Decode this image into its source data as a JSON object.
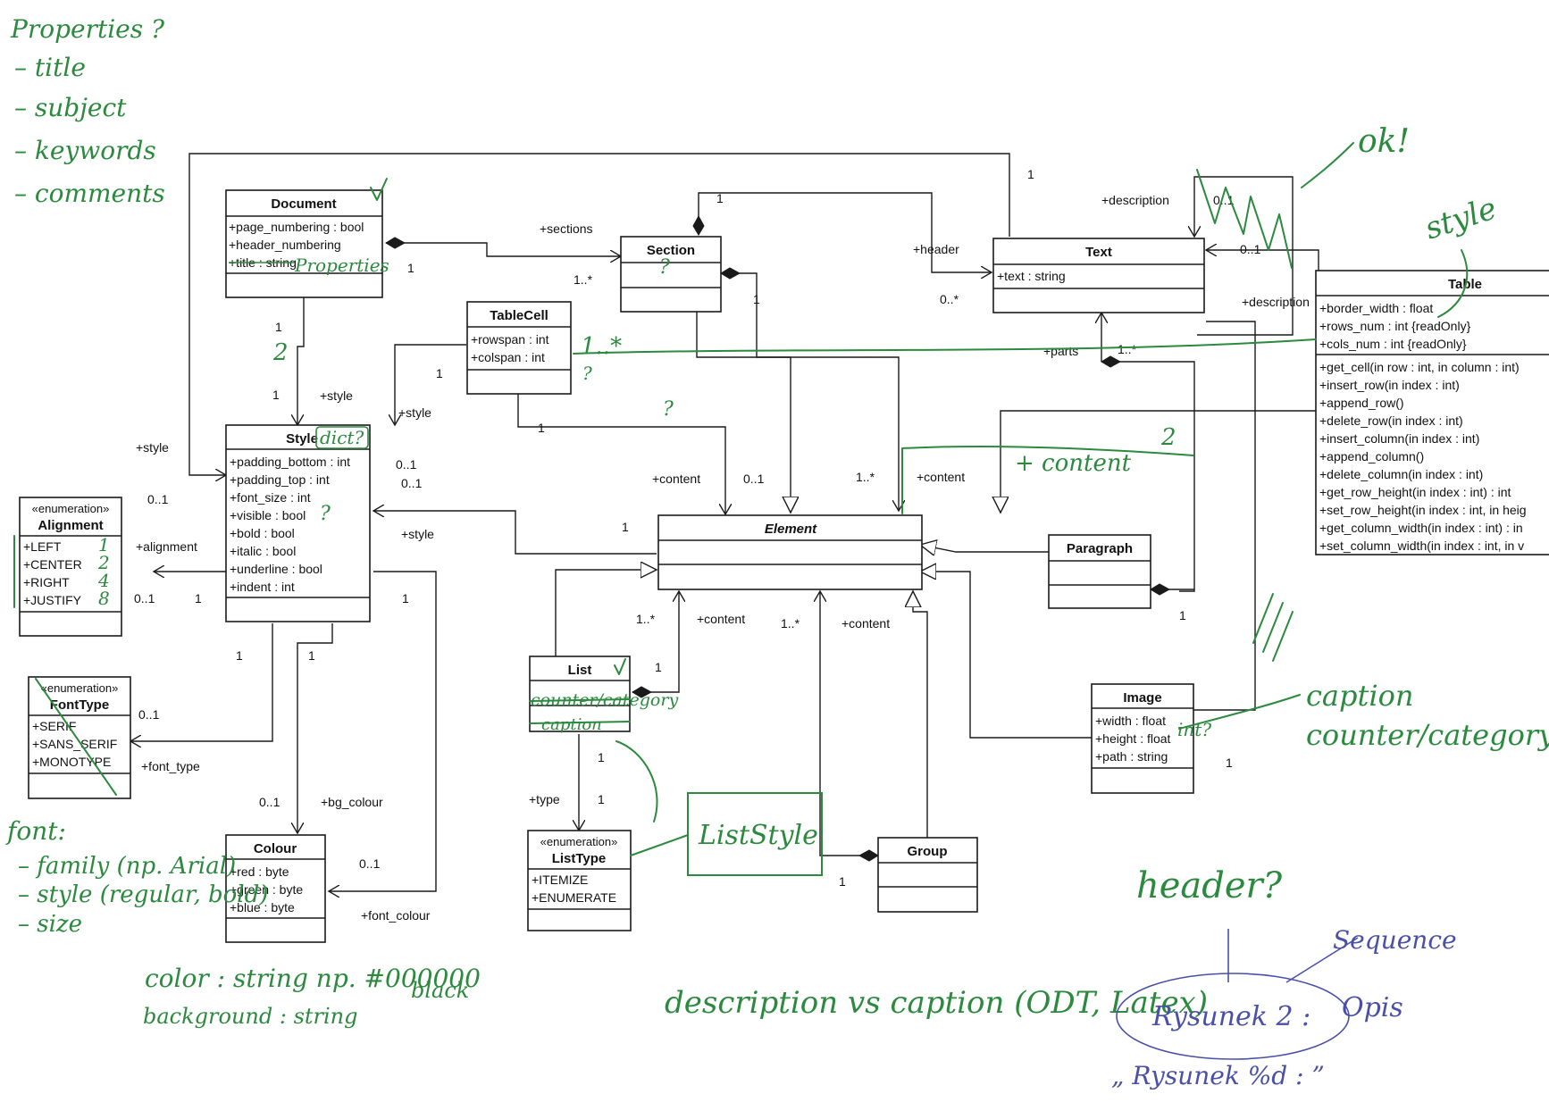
{
  "classes": {
    "document": {
      "name": "Document",
      "attrs": [
        "+page_numbering : bool",
        "+header_numbering",
        "+title : string"
      ]
    },
    "section": {
      "name": "Section"
    },
    "text": {
      "name": "Text",
      "attrs": [
        "+text : string"
      ]
    },
    "table": {
      "name": "Table",
      "attrs": [
        "+border_width : float",
        "+rows_num : int {readOnly}",
        "+cols_num : int {readOnly}"
      ],
      "ops": [
        "+get_cell(in row : int, in column : int)",
        "+insert_row(in index : int)",
        "+append_row()",
        "+delete_row(in index : int)",
        "+insert_column(in index : int)",
        "+append_column()",
        "+delete_column(in index : int)",
        "+get_row_height(in index : int) : int",
        "+set_row_height(in index : int, in heig",
        "+get_column_width(in index : int) : in",
        "+set_column_width(in index : int, in v"
      ]
    },
    "tablecell": {
      "name": "TableCell",
      "attrs": [
        "+rowspan : int",
        "+colspan : int"
      ]
    },
    "style": {
      "name": "Style",
      "attrs": [
        "+padding_bottom : int",
        "+padding_top : int",
        "+font_size : int",
        "+visible : bool",
        "+bold : bool",
        "+italic : bool",
        "+underline : bool",
        "+indent : int"
      ]
    },
    "alignment": {
      "stereotype": "«enumeration»",
      "name": "Alignment",
      "attrs": [
        "+LEFT",
        "+CENTER",
        "+RIGHT",
        "+JUSTIFY"
      ]
    },
    "fonttype": {
      "stereotype": "«enumeration»",
      "name": "FontType",
      "attrs": [
        "+SERIF",
        "+SANS_SERIF",
        "+MONOTYPE"
      ]
    },
    "colour": {
      "name": "Colour",
      "attrs": [
        "+red : byte",
        "+green : byte",
        "+blue : byte"
      ]
    },
    "element": {
      "name": "Element"
    },
    "paragraph": {
      "name": "Paragraph"
    },
    "list": {
      "name": "List"
    },
    "listtype": {
      "stereotype": "«enumeration»",
      "name": "ListType",
      "attrs": [
        "+ITEMIZE",
        "+ENUMERATE"
      ]
    },
    "image": {
      "name": "Image",
      "attrs": [
        "+width : float",
        "+height : float",
        "+path : string"
      ]
    },
    "group": {
      "name": "Group"
    }
  },
  "labels": {
    "sections": "+sections",
    "one_doc": "1",
    "many_sec": "1..*",
    "one_sec_top": "1",
    "one_sec_right": "1",
    "one_top_right": "1",
    "header": "+header",
    "zero_many_header": "0..*",
    "description_top": "+description",
    "zero_one_desc_top": "0..1",
    "zero_one_desc_right": "0..1",
    "description_right": "+description",
    "parts": "+parts",
    "many_parts": "1..*",
    "one_doc_style_a": "1",
    "one_doc_style_b": "1",
    "style_doc": "+style",
    "style_left": "+style",
    "style_tc": "+style",
    "one_tc": "1",
    "zero_one_a": "0..1",
    "zero_one_b": "0..1",
    "one_tc_el": "1",
    "content_tc": "+content",
    "zero_one_tc": "0..1",
    "many_sec_el": "1..*",
    "content_sec": "+content",
    "style_el": "+style",
    "one_el": "1",
    "zero_one_align": "0..1",
    "alignment": "+alignment",
    "zero_one_align_b": "0..1",
    "one_align": "1",
    "one_style_ft": "1",
    "one_style_col": "1",
    "zero_one_ft": "0..1",
    "font_type": "+font_type",
    "zero_one_bg": "0..1",
    "bg_colour": "+bg_colour",
    "zero_one_fc": "0..1",
    "font_colour": "+font_colour",
    "one_fc": "1",
    "many_list": "1..*",
    "content_list": "+content",
    "one_list": "1",
    "many_group": "1..*",
    "content_group": "+content",
    "type": "+type",
    "one_lt": "1",
    "one_lt_b": "1",
    "one_group": "1",
    "one_para": "1",
    "one_image": "1"
  },
  "annotations": {
    "properties": "Properties ?",
    "title": "– title",
    "subject": "– subject",
    "keywords": "– keywords",
    "comments": "– comments",
    "ok": "ok!",
    "style": "style",
    "dict": "dict?",
    "properties_doc": "Properties",
    "content": "+ content",
    "q_tc": "?",
    "q_style": "?",
    "q_center": "?",
    "two": "2",
    "many_tc": "1..*",
    "q_vis": "?",
    "n1": "1",
    "n2": "2",
    "n4": "4",
    "n8": "8",
    "counter": "counter/category",
    "caption_list": "caption",
    "caption": "caption",
    "counter_category": "counter/category",
    "int_q": "int?",
    "liststyle": "ListStyle",
    "header_q": "header?",
    "font": "font:",
    "family": "– family (np. Arial)",
    "fstyle": "– style (regular, bold)",
    "size": "– size",
    "color": "color : string   np. #000000",
    "black": "black",
    "background": "background : string",
    "desc_vs": "description  vs  caption (ODT, Latex)",
    "sequence": "Sequence",
    "rysunek": "Rysunek 2 :",
    "opis": "Opis",
    "rysunek_fmt": "„ Rysunek %d : ”"
  }
}
